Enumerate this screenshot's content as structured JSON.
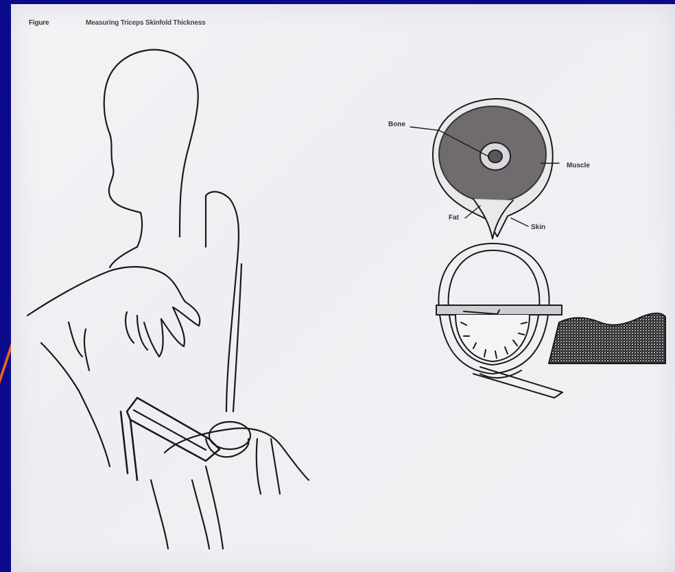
{
  "figure": {
    "label": "Figure",
    "title": "Measuring Triceps Skinfold Thickness"
  },
  "cross_section": {
    "labels": {
      "bone": "Bone",
      "muscle": "Muscle",
      "fat": "Fat",
      "skin": "Skin"
    }
  },
  "colors": {
    "slide_background": "#0a0a8c",
    "accent_stripe": "#e8641e",
    "paper": "#f2f1f4",
    "ink": "#1a1a1a",
    "muscle_fill": "#6f6b6f"
  }
}
